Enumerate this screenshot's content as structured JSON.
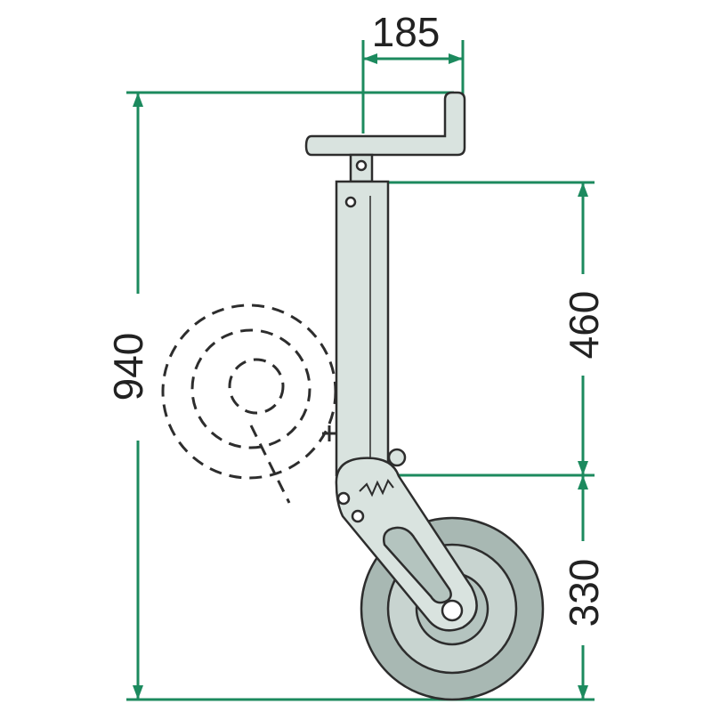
{
  "dimensions": {
    "plate_offset": "185",
    "total_height": "940",
    "tube_length": "460",
    "wheel_height": "330"
  },
  "colors": {
    "dimension_lines": "#1c8a5e",
    "dimension_text": "#222222",
    "part_fill": "#d9e3df",
    "part_outline": "#2d2d2d",
    "tire_fill": "#a8b8b3",
    "rim_fill": "#c8d4d0",
    "dashed_outline": "#2d2d2d"
  }
}
